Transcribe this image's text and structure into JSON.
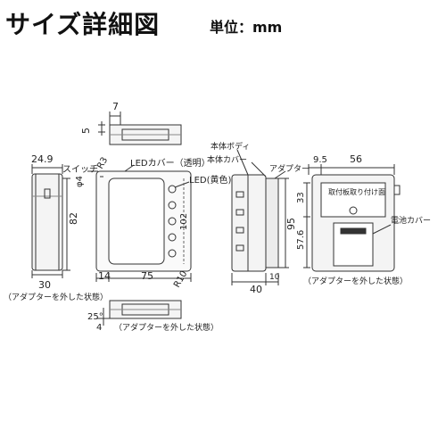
{
  "header": {
    "title": "サイズ詳細図",
    "unit": "単位：mm"
  },
  "dimensions": {
    "top_width": "7",
    "top_height": "5",
    "left_width_top": "24.9",
    "left_diameter": "φ4",
    "left_height": "82",
    "left_bottom_width": "30",
    "front_corner": "R3",
    "front_bottom_left": "14",
    "front_width": "75",
    "front_corner_bottom": "R10",
    "front_height_side": "102",
    "bottom_angle": "25°",
    "bottom_length": "4",
    "side_height": "95",
    "side_bottom_10": "10",
    "side_width": "40",
    "back_width_left": "9.5",
    "back_width": "56",
    "back_height_top": "33",
    "back_height_bottom": "57.6"
  },
  "labels": {
    "switch": "スイッチ",
    "led_cover": "LEDカバー（透明）",
    "led_yellow": "LED(黄色)",
    "body_body": "本体ボディ",
    "body_cover": "本体カバー",
    "adapter": "アダプター",
    "battery_cover": "電池カバー",
    "mount_text": "取付板取り付け面",
    "removed_left": "（アダプターを外した状態）",
    "removed_bottom": "（アダプターを外した状態）",
    "removed_right": "（アダプターを外した状態）"
  }
}
